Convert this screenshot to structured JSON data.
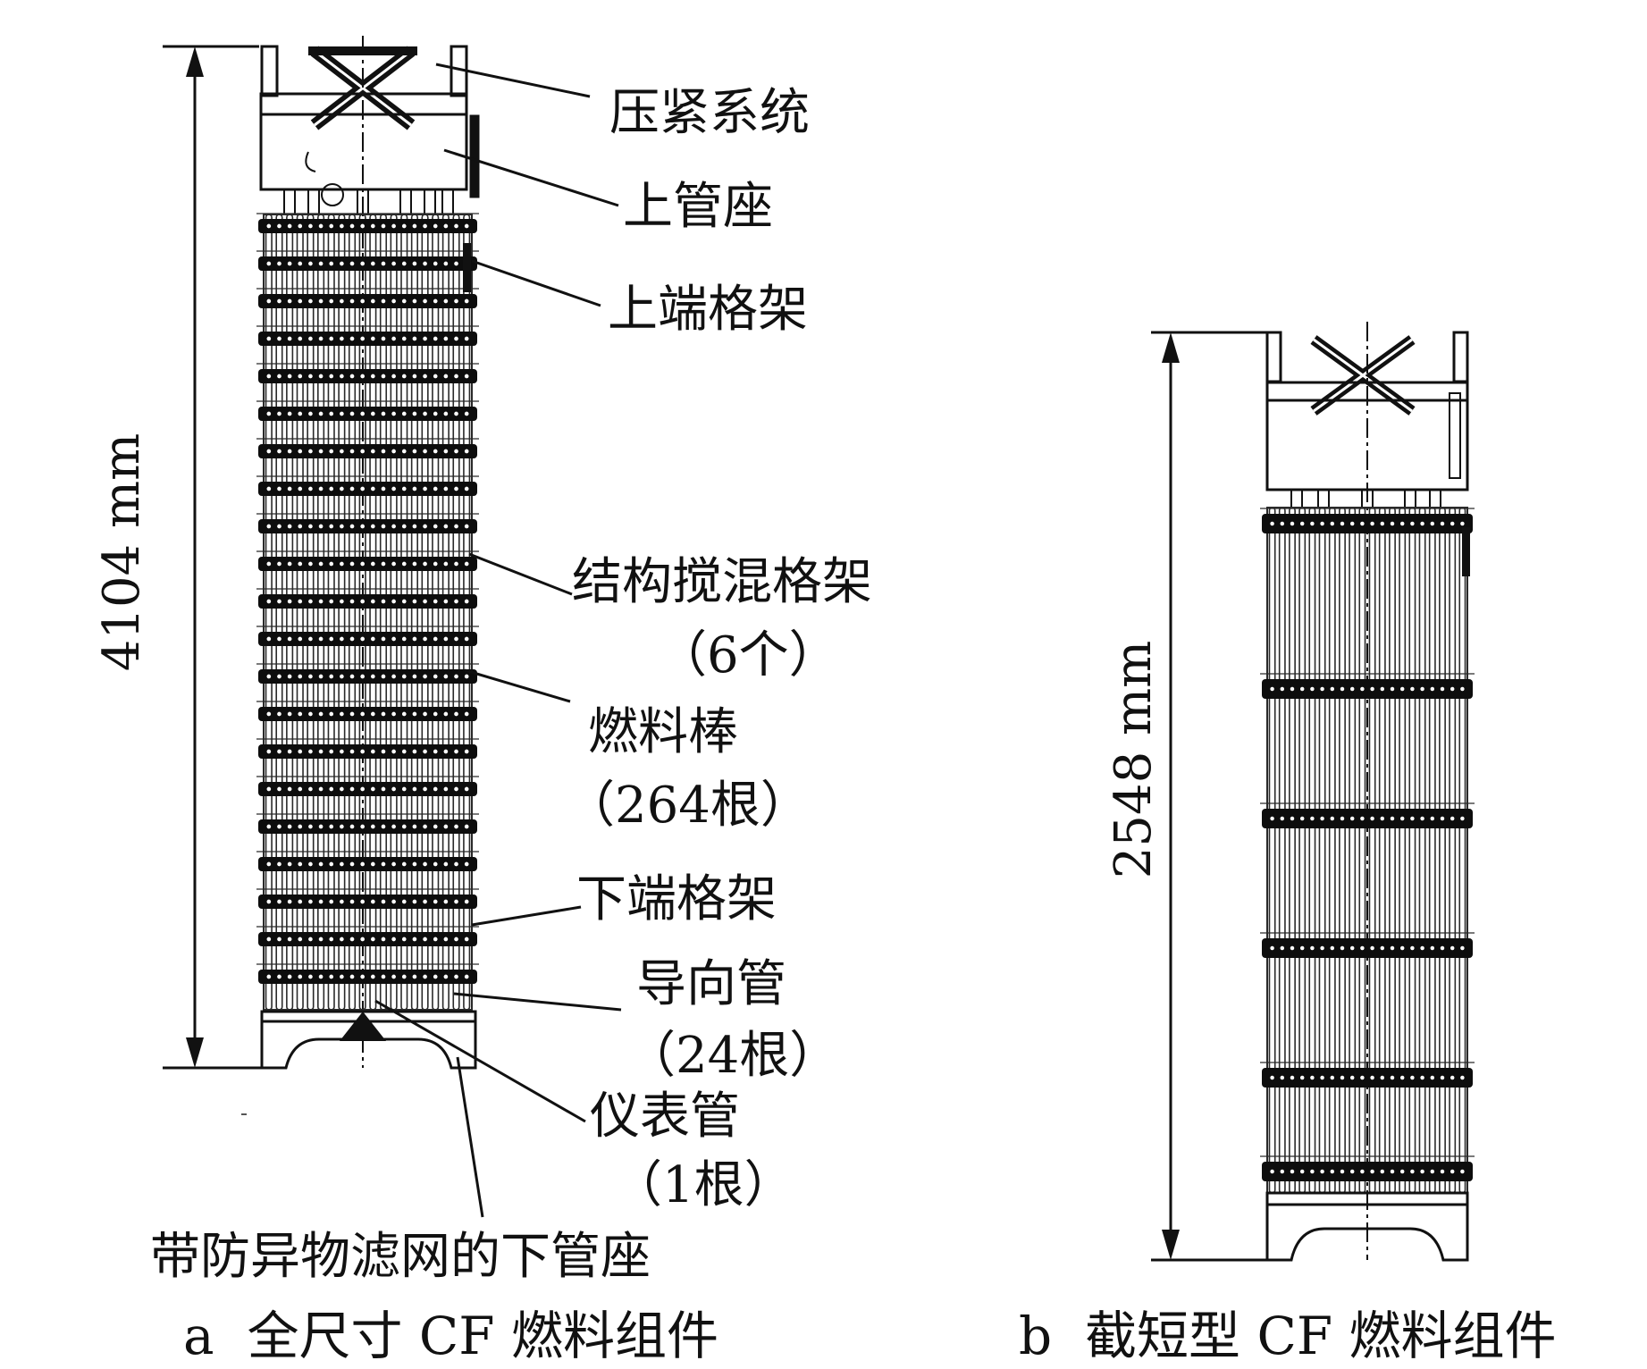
{
  "figure_a": {
    "dimension": "4104 mm",
    "labels": {
      "hold_down": "压紧系统",
      "top_nozzle": "上管座",
      "top_grid": "上端格架",
      "mixing_grid": "结构搅混格架",
      "mixing_grid_count": "（6个）",
      "fuel_rod": "燃料棒",
      "fuel_rod_count": "（264根）",
      "bottom_grid": "下端格架",
      "guide_tube": "导向管",
      "guide_tube_count": "（24根）",
      "instrument_tube": "仪表管",
      "instrument_tube_count": "（1根）",
      "bottom_nozzle": "带防异物滤网的下管座"
    },
    "caption": "a  全尺寸 CF 燃料组件"
  },
  "figure_b": {
    "dimension": "2548 mm",
    "caption": "b  截短型 CF 燃料组件"
  },
  "colors": {
    "ink": "#111111",
    "rod": "#2a2a2a",
    "grid": "#0d0d0d"
  }
}
